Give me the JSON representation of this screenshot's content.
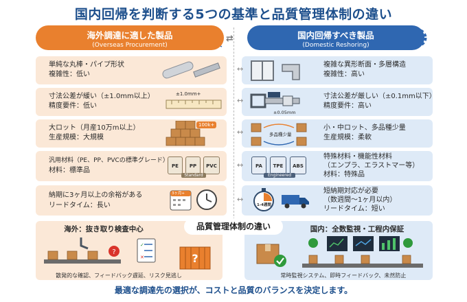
{
  "title": "国内回帰を判断する5つの基準と品質管理体制の違い",
  "headers": {
    "left_title": "海外調達に適した製品",
    "left_sub": "(Overseas Procurement)",
    "right_title": "国内回帰すべき製品",
    "right_sub": "(Domestic Reshoring)"
  },
  "rows": [
    {
      "left": [
        "単純な丸棒・パイプ形状",
        "複雑性：低い"
      ],
      "right": [
        "複雑な異形断面・多層構造",
        "複雑性：高い"
      ]
    },
    {
      "left": [
        "寸法公差が緩い（±1.0mm以上）",
        "精度要件：低い"
      ],
      "right": [
        "寸法公差が厳しい（±0.1mm以下）",
        "精度要件：高い"
      ]
    },
    {
      "left": [
        "大ロット（月産10万m以上）",
        "生産規模：大規模"
      ],
      "right": [
        "小・中ロット、多品種少量",
        "生産規模：柔軟"
      ]
    },
    {
      "left": [
        "汎用材料（PE、PP、PVCの標準グレード）",
        "材料：標準品"
      ],
      "right": [
        "特殊材料・機能性材料",
        "（エンプラ、エラストマー等）",
        "材料：特殊品"
      ]
    },
    {
      "left": [
        "納期に3ヶ月以上の余裕がある",
        "リードタイム：長い"
      ],
      "right": [
        "短納期対応が必要",
        "（数週間〜1ヶ月以内）",
        "リードタイム：短い"
      ]
    }
  ],
  "illustration_labels": {
    "ruler": "±1.0mm+",
    "caliper": "±0.05mm",
    "lot_badge": "100k+",
    "small_lot": "多品種少量",
    "bag_pe": "PE",
    "bag_pp": "PP",
    "bag_pvc": "PVC",
    "bag_std": "Standard",
    "bag_pa": "PA",
    "bag_tpe": "TPE",
    "bag_abs": "ABS",
    "bag_eng": "Engineered",
    "calendar": "3ヶ月+",
    "stopwatch": "1-4週間"
  },
  "quality": {
    "center_title": "品質管理体制の違い",
    "left_title": "海外：抜き取り検査中心",
    "left_sub": "散発的な確認、フィードバック遅延、リスク見逃し",
    "right_title": "国内：全数監視・工程内保証",
    "right_sub": "常時監視システム、即時フィードバック、未然防止"
  },
  "footer": "最適な調達先の選択が、コストと品質のバランスを決定します。",
  "colors": {
    "orange": "#e9802e",
    "blue": "#2f67b1",
    "left_bg": "#fbe8d7",
    "right_bg": "#deeaf7"
  }
}
